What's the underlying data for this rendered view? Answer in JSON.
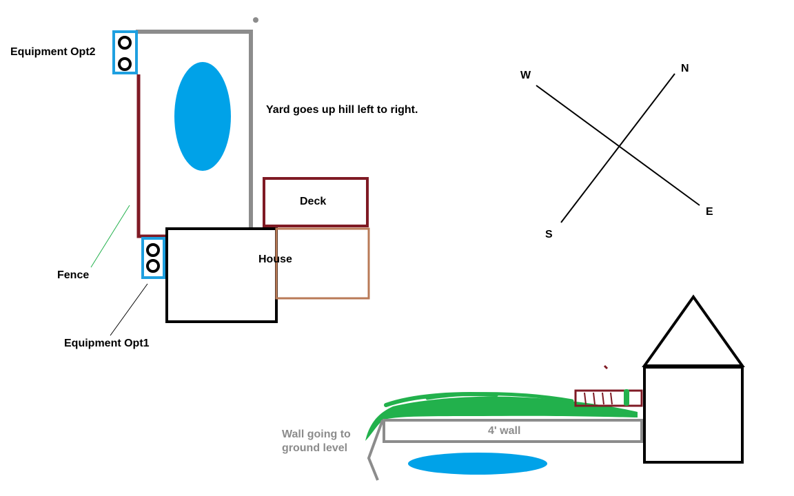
{
  "plan": {
    "equipment_opt2_label": "Equipment Opt2",
    "equipment_opt1_label": "Equipment Opt1",
    "fence_label": "Fence",
    "yard_note": "Yard goes up hill left to right.",
    "deck_label": "Deck",
    "house_label": "House"
  },
  "compass": {
    "w": "W",
    "n": "N",
    "s": "S",
    "e": "E"
  },
  "elevation": {
    "wall_label": "4' wall",
    "wall_ground_label_line1": "Wall going to",
    "wall_ground_label_line2": "ground level"
  },
  "colors": {
    "fence": "#7f1a24",
    "pool": "#00a2e8",
    "equipment_box": "#1ea0e0",
    "wall": "#8c8c8c",
    "house": "#000000",
    "patio": "#b97a57",
    "grass": "#22b14c"
  }
}
